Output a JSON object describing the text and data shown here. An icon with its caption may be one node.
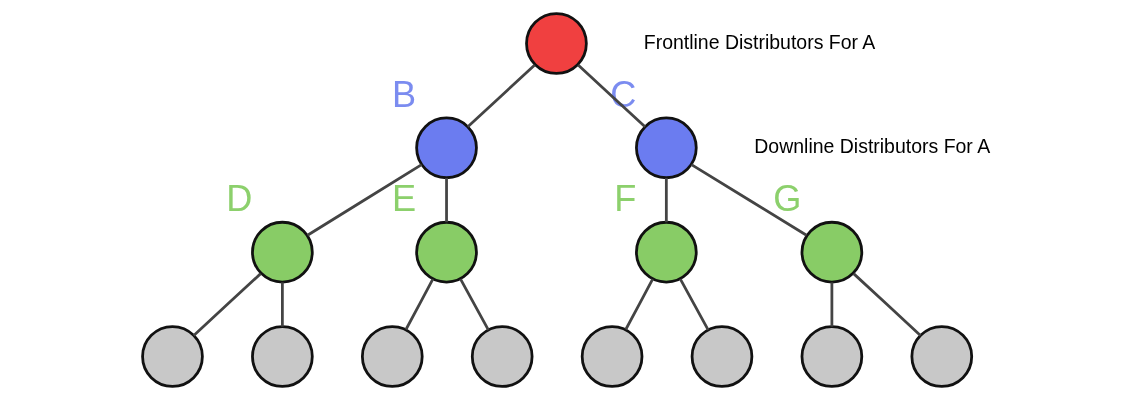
{
  "diagram": {
    "nodes": [
      {
        "text": [],
        "shape": "circle"
      },
      {
        "text": [],
        "shape": "circle",
        "beside": [
          "B"
        ]
      },
      {
        "text": [],
        "shape": "circle",
        "beside": [
          "C"
        ]
      },
      {
        "text": [],
        "shape": "circle",
        "beside": [
          "D"
        ]
      },
      {
        "text": [],
        "shape": "circle",
        "beside": [
          "E"
        ]
      },
      {
        "text": [],
        "shape": "circle",
        "beside": [
          "F"
        ]
      },
      {
        "text": [],
        "shape": "circle",
        "beside": [
          "G"
        ]
      },
      {
        "text": [],
        "shape": "circle"
      },
      {
        "text": [],
        "shape": "circle"
      },
      {
        "text": [],
        "shape": "circle"
      },
      {
        "text": [],
        "shape": "circle"
      },
      {
        "text": [],
        "shape": "circle"
      },
      {
        "text": [],
        "shape": "circle"
      },
      {
        "text": [],
        "shape": "circle"
      },
      {
        "text": [],
        "shape": "circle"
      }
    ],
    "edges": [
      {
        "from": 0,
        "to": 1,
        "arrow": "none"
      },
      {
        "from": 0,
        "to": 2,
        "arrow": "none"
      },
      {
        "from": 1,
        "to": 3,
        "arrow": "none"
      },
      {
        "from": 1,
        "to": 4,
        "arrow": "none"
      },
      {
        "from": 2,
        "to": 5,
        "arrow": "none"
      },
      {
        "from": 2,
        "to": 6,
        "arrow": "none"
      },
      {
        "from": 3,
        "to": 7,
        "arrow": "none"
      },
      {
        "from": 3,
        "to": 8,
        "arrow": "none"
      },
      {
        "from": 4,
        "to": 9,
        "arrow": "none"
      },
      {
        "from": 4,
        "to": 10,
        "arrow": "none"
      },
      {
        "from": 5,
        "to": 11,
        "arrow": "none"
      },
      {
        "from": 5,
        "to": 12,
        "arrow": "none"
      },
      {
        "from": 6,
        "to": 13,
        "arrow": "none"
      },
      {
        "from": 6,
        "to": 14,
        "arrow": "none"
      }
    ],
    "labels": [
      "Frontline Distributors For A",
      "Downline Distributors For A"
    ]
  }
}
